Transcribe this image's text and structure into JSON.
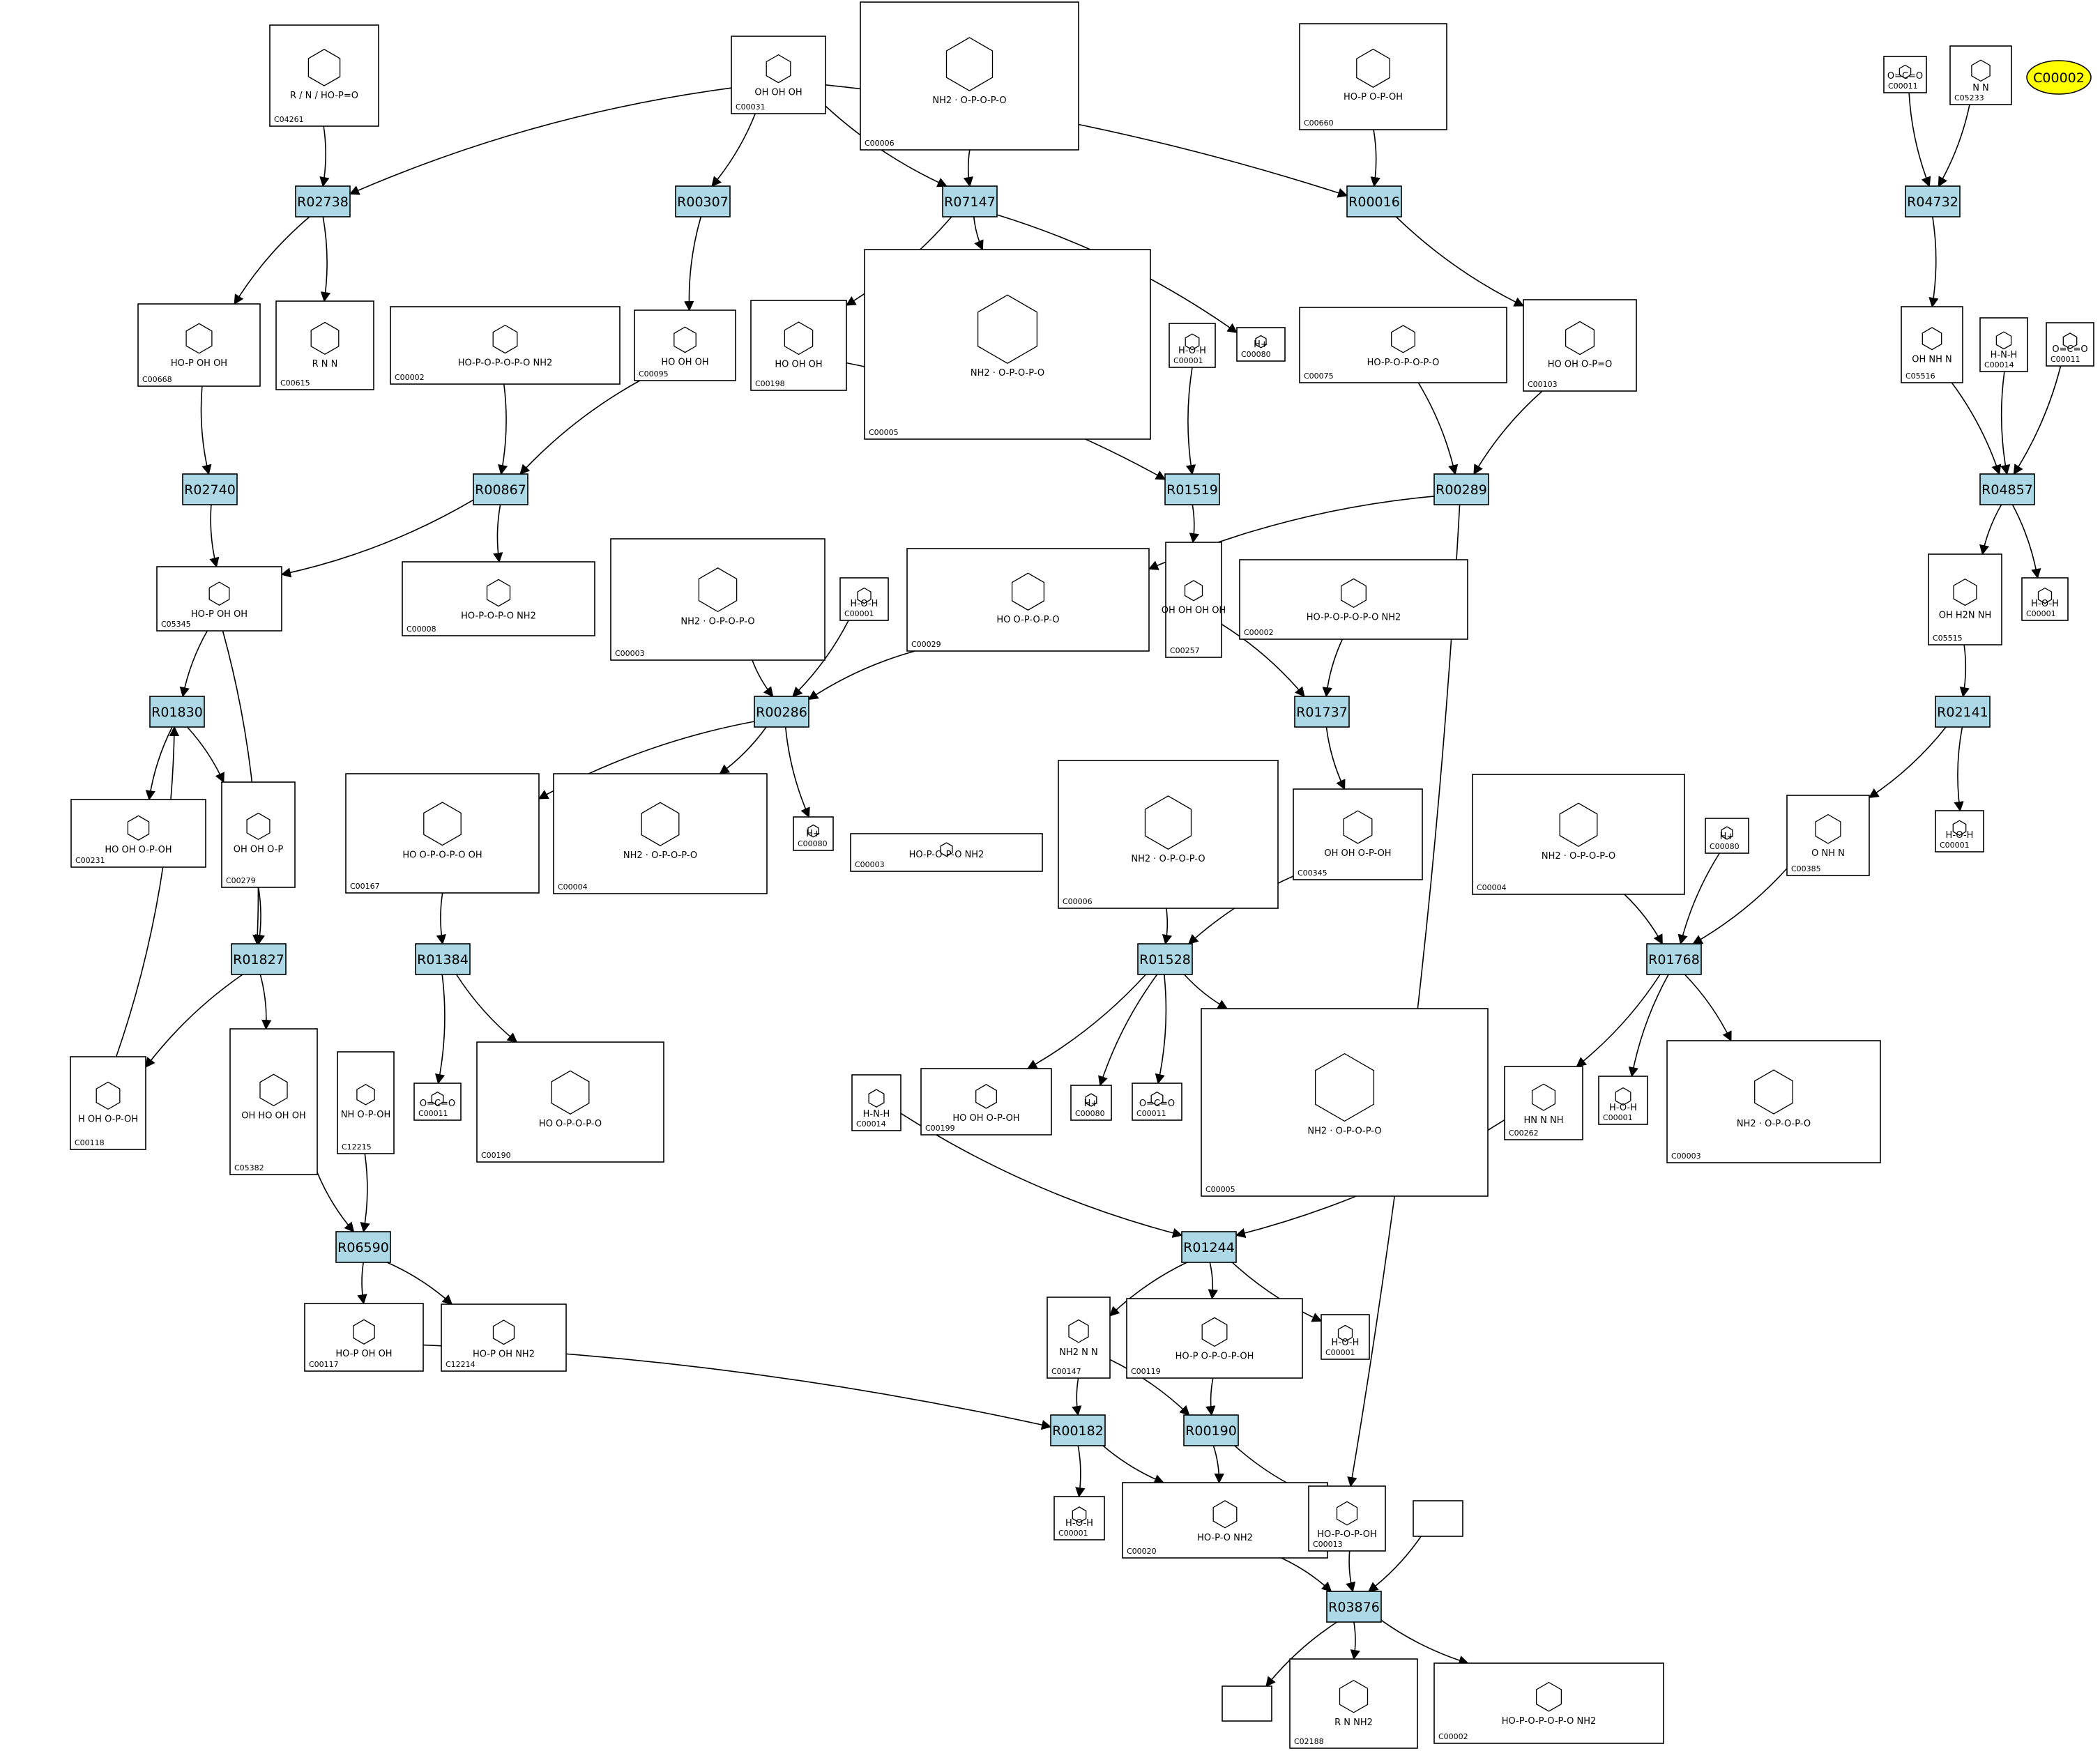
{
  "colors": {
    "reaction_fill": "#add8e6",
    "reaction_stroke": "#000000",
    "compound_stroke": "#000000",
    "edge": "#000000",
    "highlight_fill": "#ffff00"
  },
  "reactions": [
    {
      "id": "R02738"
    },
    {
      "id": "R00307"
    },
    {
      "id": "R07147"
    },
    {
      "id": "R00016"
    },
    {
      "id": "R04732"
    },
    {
      "id": "R02740"
    },
    {
      "id": "R00867"
    },
    {
      "id": "R01519"
    },
    {
      "id": "R00289"
    },
    {
      "id": "R04857"
    },
    {
      "id": "R01830"
    },
    {
      "id": "R00286"
    },
    {
      "id": "R01737"
    },
    {
      "id": "R02141"
    },
    {
      "id": "R01827"
    },
    {
      "id": "R01384"
    },
    {
      "id": "R01528"
    },
    {
      "id": "R01768"
    },
    {
      "id": "R06590"
    },
    {
      "id": "R01244"
    },
    {
      "id": "R00182"
    },
    {
      "id": "R00190"
    },
    {
      "id": "R03876"
    }
  ],
  "compounds": [
    {
      "key": "c04261",
      "id": "C04261",
      "formula": "R / N / HO-P=O"
    },
    {
      "key": "c00031",
      "id": "C00031",
      "formula": "OH  OH  OH"
    },
    {
      "key": "c00006a",
      "id": "C00006",
      "formula": "NH2 · O-P-O-P-O"
    },
    {
      "key": "c00660",
      "id": "C00660",
      "formula": "HO-P  O-P-OH"
    },
    {
      "key": "c00011a",
      "id": "C00011",
      "formula": "O=C=O"
    },
    {
      "key": "c05233",
      "id": "C05233",
      "formula": "N  N"
    },
    {
      "key": "c00668",
      "id": "C00668",
      "formula": "HO-P  OH  OH"
    },
    {
      "key": "c00615",
      "id": "C00615",
      "formula": "R  N  N"
    },
    {
      "key": "c00002a",
      "id": "C00002",
      "formula": "HO-P-O-P-O-P-O  NH2"
    },
    {
      "key": "c00095",
      "id": "C00095",
      "formula": "HO  OH  OH"
    },
    {
      "key": "c00198",
      "id": "C00198",
      "formula": "HO  OH  OH"
    },
    {
      "key": "c00005a",
      "id": "C00005",
      "formula": "NH2 · O-P-O-P-O"
    },
    {
      "key": "c00001a",
      "id": "C00001",
      "formula": "H-O-H"
    },
    {
      "key": "c00080a",
      "id": "C00080",
      "formula": "H+"
    },
    {
      "key": "c00075",
      "id": "C00075",
      "formula": "HO-P-O-P-O-P-O"
    },
    {
      "key": "c00103",
      "id": "C00103",
      "formula": "HO  OH  O-P=O"
    },
    {
      "key": "c05516",
      "id": "C05516",
      "formula": "OH  NH  N"
    },
    {
      "key": "c00014a",
      "id": "C00014",
      "formula": "H-N-H"
    },
    {
      "key": "c00011b",
      "id": "C00011",
      "formula": "O=C=O"
    },
    {
      "key": "c05345",
      "id": "C05345",
      "formula": "HO-P  OH  OH"
    },
    {
      "key": "c00008",
      "id": "C00008",
      "formula": "HO-P-O-P-O  NH2"
    },
    {
      "key": "c00003a",
      "id": "C00003",
      "formula": "NH2 · O-P-O-P-O"
    },
    {
      "key": "c00001b",
      "id": "C00001",
      "formula": "H-O-H"
    },
    {
      "key": "c00029",
      "id": "C00029",
      "formula": "HO  O-P-O-P-O"
    },
    {
      "key": "c00257",
      "id": "C00257",
      "formula": "OH  OH  OH  OH"
    },
    {
      "key": "c00002b",
      "id": "C00002",
      "formula": "HO-P-O-P-O-P-O  NH2"
    },
    {
      "key": "c05515",
      "id": "C05515",
      "formula": "OH  H2N  NH"
    },
    {
      "key": "c00001c",
      "id": "C00001",
      "formula": "H-O-H"
    },
    {
      "key": "c00231",
      "id": "C00231",
      "formula": "HO  OH  O-P-OH"
    },
    {
      "key": "c00279",
      "id": "C00279",
      "formula": "OH  OH  O-P"
    },
    {
      "key": "c00167",
      "id": "C00167",
      "formula": "HO  O-P-O-P-O  OH"
    },
    {
      "key": "c00004a",
      "id": "C00004",
      "formula": "NH2 · O-P-O-P-O"
    },
    {
      "key": "c00080b",
      "id": "C00080",
      "formula": "H+"
    },
    {
      "key": "c00003b",
      "id": "C00003",
      "formula": "HO-P-O-P-O  NH2"
    },
    {
      "key": "c00006b",
      "id": "C00006",
      "formula": "NH2 · O-P-O-P-O"
    },
    {
      "key": "c00345",
      "id": "C00345",
      "formula": "OH  OH  O-P-OH"
    },
    {
      "key": "c00004b",
      "id": "C00004",
      "formula": "NH2 · O-P-O-P-O"
    },
    {
      "key": "c00080c",
      "id": "C00080",
      "formula": "H+"
    },
    {
      "key": "c00385",
      "id": "C00385",
      "formula": "O  NH  N"
    },
    {
      "key": "c00001d",
      "id": "C00001",
      "formula": "H-O-H"
    },
    {
      "key": "c00118",
      "id": "C00118",
      "formula": "H  OH  O-P-OH"
    },
    {
      "key": "c05382",
      "id": "C05382",
      "formula": "OH  HO  OH  OH"
    },
    {
      "key": "c12215",
      "id": "C12215",
      "formula": "NH  O-P-OH"
    },
    {
      "key": "c00011c",
      "id": "C00011",
      "formula": "O=C=O"
    },
    {
      "key": "c00190",
      "id": "C00190",
      "formula": "HO  O-P-O-P-O"
    },
    {
      "key": "c00014b",
      "id": "C00014",
      "formula": "H-N-H"
    },
    {
      "key": "c00199",
      "id": "C00199",
      "formula": "HO  OH  O-P-OH"
    },
    {
      "key": "c00080d",
      "id": "C00080",
      "formula": "H+"
    },
    {
      "key": "c00011d",
      "id": "C00011",
      "formula": "O=C=O"
    },
    {
      "key": "c00005b",
      "id": "C00005",
      "formula": "NH2 · O-P-O-P-O"
    },
    {
      "key": "c00262",
      "id": "C00262",
      "formula": "HN  N  NH"
    },
    {
      "key": "c00001e",
      "id": "C00001",
      "formula": "H-O-H"
    },
    {
      "key": "c00003c",
      "id": "C00003",
      "formula": "NH2 · O-P-O-P-O"
    },
    {
      "key": "c00117",
      "id": "C00117",
      "formula": "HO-P  OH  OH"
    },
    {
      "key": "c12214",
      "id": "C12214",
      "formula": "HO-P  OH  NH2"
    },
    {
      "key": "c00147",
      "id": "C00147",
      "formula": "NH2  N  N"
    },
    {
      "key": "c00119",
      "id": "C00119",
      "formula": "HO-P  O-P-O-P-OH"
    },
    {
      "key": "c00001f",
      "id": "C00001",
      "formula": "H-O-H"
    },
    {
      "key": "c00001g",
      "id": "C00001",
      "formula": "H-O-H"
    },
    {
      "key": "c00020",
      "id": "C00020",
      "formula": "HO-P-O  NH2"
    },
    {
      "key": "c00013",
      "id": "C00013",
      "formula": "HO-P-O-P-OH"
    },
    {
      "key": "blank1",
      "id": "",
      "formula": ""
    },
    {
      "key": "blank2",
      "id": "",
      "formula": ""
    },
    {
      "key": "c02188",
      "id": "C02188",
      "formula": "R  N  NH2"
    },
    {
      "key": "c00002c",
      "id": "C00002",
      "formula": "HO-P-O-P-O-P-O  NH2"
    }
  ],
  "highlight": {
    "id": "C00002"
  },
  "edges": [
    [
      "c04261",
      "R02738"
    ],
    [
      "c00031",
      "R02738"
    ],
    [
      "c00031",
      "R00307"
    ],
    [
      "c00031",
      "R07147"
    ],
    [
      "c00031",
      "R00016"
    ],
    [
      "c00006a",
      "R07147"
    ],
    [
      "c00660",
      "R00016"
    ],
    [
      "c00011a",
      "R04732"
    ],
    [
      "c05233",
      "R04732"
    ],
    [
      "R02738",
      "c00668"
    ],
    [
      "R02738",
      "c00615"
    ],
    [
      "R00307",
      "c00095"
    ],
    [
      "R07147",
      "c00198"
    ],
    [
      "R07147",
      "c00005a"
    ],
    [
      "R07147",
      "c00080a"
    ],
    [
      "R00016",
      "c00103"
    ],
    [
      "R04732",
      "c05516"
    ],
    [
      "c00668",
      "R02740"
    ],
    [
      "c00002a",
      "R00867"
    ],
    [
      "c00095",
      "R00867"
    ],
    [
      "c00198",
      "R01519"
    ],
    [
      "c00001a",
      "R01519"
    ],
    [
      "c00075",
      "R00289"
    ],
    [
      "c00103",
      "R00289"
    ],
    [
      "c05516",
      "R04857"
    ],
    [
      "c00014a",
      "R04857"
    ],
    [
      "c00011b",
      "R04857"
    ],
    [
      "R02740",
      "c05345"
    ],
    [
      "R00867",
      "c05345"
    ],
    [
      "R00867",
      "c00008"
    ],
    [
      "R01519",
      "c00257"
    ],
    [
      "R00289",
      "c00029"
    ],
    [
      "R00289",
      "c00013"
    ],
    [
      "R04857",
      "c05515"
    ],
    [
      "R04857",
      "c00001c"
    ],
    [
      "c05345",
      "R01830"
    ],
    [
      "c05345",
      "R01827"
    ],
    [
      "c00003a",
      "R00286"
    ],
    [
      "c00001b",
      "R00286"
    ],
    [
      "c00029",
      "R00286"
    ],
    [
      "c00257",
      "R01737"
    ],
    [
      "c00002b",
      "R01737"
    ],
    [
      "c05515",
      "R02141"
    ],
    [
      "R01830",
      "c00231"
    ],
    [
      "R01830",
      "c00279"
    ],
    [
      "R00286",
      "c00167"
    ],
    [
      "R00286",
      "c00004a"
    ],
    [
      "R00286",
      "c00080b"
    ],
    [
      "R01737",
      "c00008b"
    ],
    [
      "R01737",
      "c00345"
    ],
    [
      "R02141",
      "c00385"
    ],
    [
      "R02141",
      "c00001d"
    ],
    [
      "c00279",
      "R01827"
    ],
    [
      "c00167",
      "R01384"
    ],
    [
      "c00006b",
      "R01528"
    ],
    [
      "c00345",
      "R01528"
    ],
    [
      "c00004b",
      "R01768"
    ],
    [
      "c00080c",
      "R01768"
    ],
    [
      "c00385",
      "R01768"
    ],
    [
      "R01827",
      "c00118"
    ],
    [
      "R01827",
      "c05382"
    ],
    [
      "c00118",
      "R01830"
    ],
    [
      "R01384",
      "c00011c"
    ],
    [
      "R01384",
      "c00190"
    ],
    [
      "R01528",
      "c00199"
    ],
    [
      "R01528",
      "c00080d"
    ],
    [
      "R01528",
      "c00011d"
    ],
    [
      "R01528",
      "c00005b"
    ],
    [
      "R01768",
      "c00262"
    ],
    [
      "R01768",
      "c00001e"
    ],
    [
      "R01768",
      "c00003c"
    ],
    [
      "c05382",
      "R06590"
    ],
    [
      "c12215",
      "R06590"
    ],
    [
      "c00014b",
      "R01244"
    ],
    [
      "c00262",
      "R01244"
    ],
    [
      "R06590",
      "c00117"
    ],
    [
      "R06590",
      "c12214"
    ],
    [
      "R01244",
      "c00147"
    ],
    [
      "R01244",
      "c00119"
    ],
    [
      "R01244",
      "c00001f"
    ],
    [
      "c00117",
      "R00182"
    ],
    [
      "c00147",
      "R00182"
    ],
    [
      "c00147",
      "R00190"
    ],
    [
      "c00119",
      "R00190"
    ],
    [
      "R00182",
      "c00001g"
    ],
    [
      "R00182",
      "c00020"
    ],
    [
      "R00190",
      "c00020"
    ],
    [
      "R00190",
      "c00013"
    ],
    [
      "c00020",
      "R03876"
    ],
    [
      "c00013",
      "R03876"
    ],
    [
      "blank1",
      "R03876"
    ],
    [
      "R03876",
      "blank2"
    ],
    [
      "R03876",
      "c02188"
    ],
    [
      "R03876",
      "c00002c"
    ]
  ]
}
